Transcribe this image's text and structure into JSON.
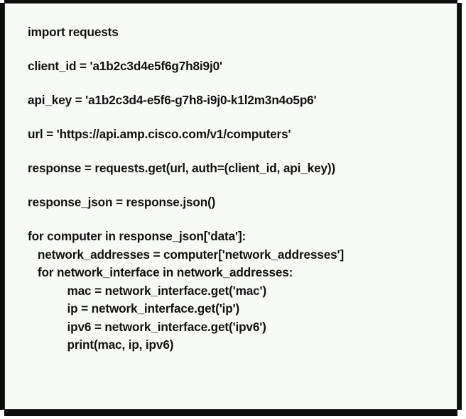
{
  "document": {
    "type": "code-snippet",
    "language": "python",
    "title": "Cisco AMP computers network addresses script",
    "background_color": "#f8faf7",
    "border_color": "#0d0d0d",
    "text_color": "#111111"
  },
  "code": {
    "lines": [
      {
        "id": "l1",
        "text": "import requests",
        "blank_after": true,
        "spacing": "normal"
      },
      {
        "id": "l2",
        "text": "client_id = 'a1b2c3d4e5f6g7h8i9j0'",
        "blank_after": true,
        "spacing": "normal"
      },
      {
        "id": "l3",
        "text": "api_key = 'a1b2c3d4-e5f6-g7h8-i9j0-k1l2m3n4o5p6'",
        "blank_after": true,
        "spacing": "normal"
      },
      {
        "id": "l4",
        "text": "url = 'https://api.amp.cisco.com/v1/computers'",
        "blank_after": true,
        "spacing": "normal"
      },
      {
        "id": "l5",
        "text": "response = requests.get(url, auth=(client_id, api_key))",
        "blank_after": true,
        "spacing": "normal"
      },
      {
        "id": "l6",
        "text": "response_json = response.json()",
        "blank_after": true,
        "spacing": "normal"
      },
      {
        "id": "l7",
        "text": "for computer in response_json['data']:",
        "blank_after": false,
        "spacing": "tight"
      },
      {
        "id": "l8",
        "text": "   network_addresses = computer['network_addresses']",
        "blank_after": false,
        "spacing": "tight"
      },
      {
        "id": "l9",
        "text": "   for network_interface in network_addresses:",
        "blank_after": false,
        "spacing": "tight"
      },
      {
        "id": "l10",
        "text": "            mac = network_interface.get('mac')",
        "blank_after": false,
        "spacing": "tight"
      },
      {
        "id": "l11",
        "text": "            ip = network_interface.get('ip')",
        "blank_after": false,
        "spacing": "tight"
      },
      {
        "id": "l12",
        "text": "            ipv6 = network_interface.get('ipv6')",
        "blank_after": false,
        "spacing": "tight"
      },
      {
        "id": "l13",
        "text": "            print(mac, ip, ipv6)",
        "blank_after": false,
        "spacing": "tight"
      }
    ]
  }
}
